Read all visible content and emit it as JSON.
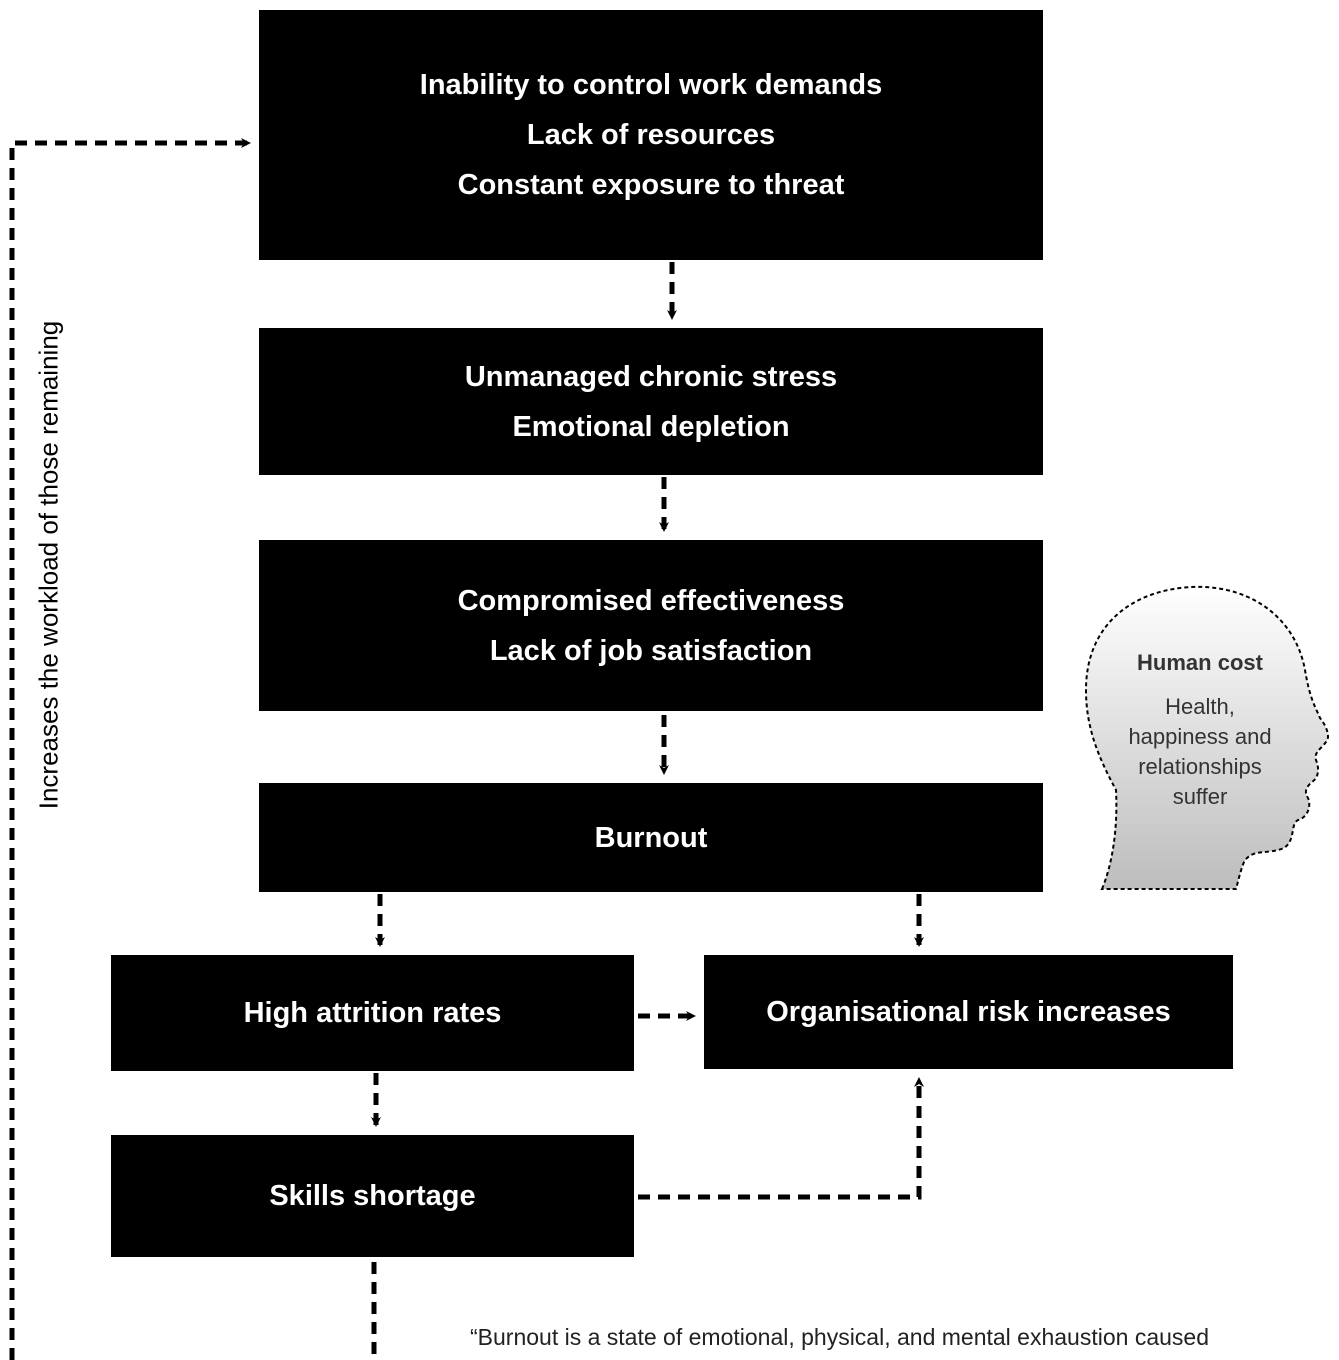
{
  "diagram": {
    "boxes": {
      "causes": {
        "lines": [
          "Inability to control work demands",
          "Lack of resources",
          "Constant exposure to threat"
        ]
      },
      "stress": {
        "lines": [
          "Unmanaged chronic stress",
          "Emotional depletion"
        ]
      },
      "effectiveness": {
        "lines": [
          "Compromised effectiveness",
          "Lack of job satisfaction"
        ]
      },
      "burnout": {
        "label": "Burnout"
      },
      "attrition": {
        "label": "High attrition rates"
      },
      "risk": {
        "label": "Organisational risk increases"
      },
      "skills": {
        "label": "Skills shortage"
      }
    },
    "feedback_label": "Increases the workload of those remaining",
    "human_cost": {
      "title": "Human cost",
      "lines": [
        "Health,",
        "happiness and",
        "relationships",
        "suffer"
      ]
    },
    "quote": "“Burnout is a state of emotional, physical, and mental exhaustion caused",
    "colors": {
      "box_fill": "#000000",
      "box_text": "#ffffff",
      "arrow": "#000000",
      "head_fill_top": "#ffffff",
      "head_fill_bottom": "#bdbdbd"
    }
  }
}
